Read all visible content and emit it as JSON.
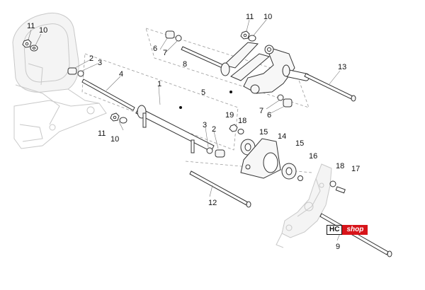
{
  "callouts": [
    {
      "id": "c-11a",
      "text": "11"
    },
    {
      "id": "c-10a",
      "text": "10"
    },
    {
      "id": "c-11b",
      "text": "11"
    },
    {
      "id": "c-10b",
      "text": "10"
    },
    {
      "id": "c-6a",
      "text": "6"
    },
    {
      "id": "c-7a",
      "text": "7"
    },
    {
      "id": "c-8",
      "text": "8"
    },
    {
      "id": "c-2a",
      "text": "2"
    },
    {
      "id": "c-3a",
      "text": "3"
    },
    {
      "id": "c-4",
      "text": "4"
    },
    {
      "id": "c-1",
      "text": "1"
    },
    {
      "id": "c-5",
      "text": "5"
    },
    {
      "id": "c-13",
      "text": "13"
    },
    {
      "id": "c-7b",
      "text": "7"
    },
    {
      "id": "c-6b",
      "text": "6"
    },
    {
      "id": "c-19",
      "text": "19"
    },
    {
      "id": "c-18a",
      "text": "18"
    },
    {
      "id": "c-15a",
      "text": "15"
    },
    {
      "id": "c-14",
      "text": "14"
    },
    {
      "id": "c-15b",
      "text": "15"
    },
    {
      "id": "c-16",
      "text": "16"
    },
    {
      "id": "c-3b",
      "text": "3"
    },
    {
      "id": "c-2b",
      "text": "2"
    },
    {
      "id": "c-11c",
      "text": "11"
    },
    {
      "id": "c-10c",
      "text": "10"
    },
    {
      "id": "c-18b",
      "text": "18"
    },
    {
      "id": "c-17",
      "text": "17"
    },
    {
      "id": "c-12",
      "text": "12"
    },
    {
      "id": "c-9",
      "text": "9"
    }
  ],
  "brand": {
    "left": "HC",
    "right": "shop",
    "accent_color": "#d7141a"
  }
}
